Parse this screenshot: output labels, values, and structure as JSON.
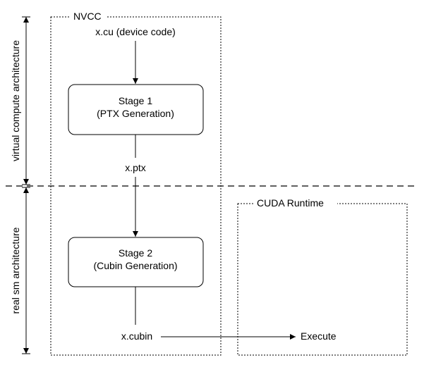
{
  "groups": {
    "nvcc": "NVCC",
    "cuda_runtime": "CUDA Runtime"
  },
  "nodes": {
    "input_file": "x.cu (device code)",
    "stage1_line1": "Stage 1",
    "stage1_line2": "(PTX Generation)",
    "ptx_file": "x.ptx",
    "stage2_line1": "Stage 2",
    "stage2_line2": "(Cubin Generation)",
    "cubin_file": "x.cubin",
    "execute": "Execute"
  },
  "side_labels": {
    "virtual": "virtual compute architecture",
    "real": "real sm architecture"
  },
  "colors": {
    "line": "#000000",
    "box_border": "#000000",
    "background": "#ffffff"
  }
}
